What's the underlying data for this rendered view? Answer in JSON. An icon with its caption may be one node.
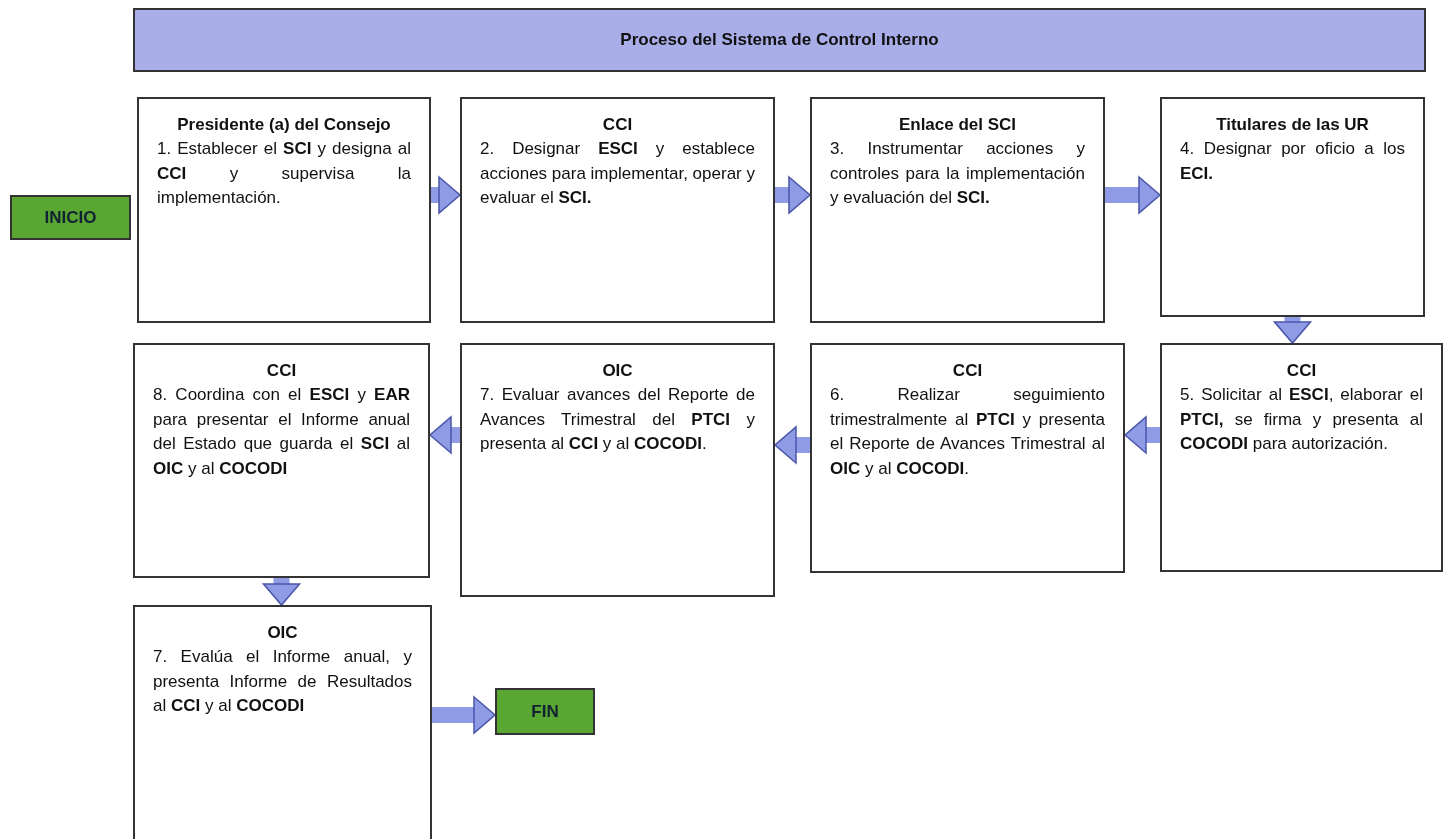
{
  "diagram": {
    "title": "Proceso del Sistema de Control Interno",
    "nodes": [
      {
        "text": [
          "INICIO"
        ]
      },
      {
        "text": [
          "Presidente (a) del Consejo",
          "1. Establecer el **SCI** y designa al **CCI** y supervisa la implementación."
        ]
      },
      {
        "text": [
          "CCI",
          "2. Designar **ESCI** y establece acciones para implementar, operar y evaluar el **SCI.**"
        ]
      },
      {
        "text": [
          "Enlace del SCI",
          "3. Instrumentar acciones y controles para la implementación y evaluación del **SCI.**"
        ]
      },
      {
        "text": [
          "Titulares de las UR",
          "4. Designar por oficio a los **ECI.**"
        ]
      },
      {
        "text": [
          "CCI",
          "8. Coordina con el **ESCI** y **EAR** para presentar el Informe anual del Estado que guarda el **SCI** al **OIC** y al **COCODI**"
        ]
      },
      {
        "text": [
          "OIC",
          "7. Evaluar avances del Reporte de Avances Trimestral del **PTCI** y presenta al **CCI** y al **COCODI**."
        ]
      },
      {
        "text": [
          "CCI",
          "6. Realizar seguimiento trimestralmente al **PTCI** y presenta el Reporte de Avances Trimestral al **OIC** y al **COCODI**."
        ]
      },
      {
        "text": [
          "CCI",
          "5. Solicitar al **ESCI**, elaborar el **PTCI,** se firma y presenta al **COCODI** para autorización."
        ]
      },
      {
        "text": [
          "OIC",
          "7. Evalúa el Informe anual, y presenta Informe de Resultados al **CCI** y al **COCODI**"
        ]
      },
      {
        "text": [
          "FIN"
        ]
      }
    ],
    "edges": [
      {
        "from": 1,
        "to": 2,
        "arrow": "to"
      },
      {
        "from": 2,
        "to": 3,
        "arrow": "to"
      },
      {
        "from": 3,
        "to": 4,
        "arrow": "to"
      },
      {
        "from": 4,
        "to": 8,
        "arrow": "to"
      },
      {
        "from": 8,
        "to": 7,
        "arrow": "to"
      },
      {
        "from": 7,
        "to": 6,
        "arrow": "to"
      },
      {
        "from": 6,
        "to": 5,
        "arrow": "to"
      },
      {
        "from": 5,
        "to": 9,
        "arrow": "to"
      },
      {
        "from": 9,
        "to": 10,
        "arrow": "to"
      }
    ]
  }
}
